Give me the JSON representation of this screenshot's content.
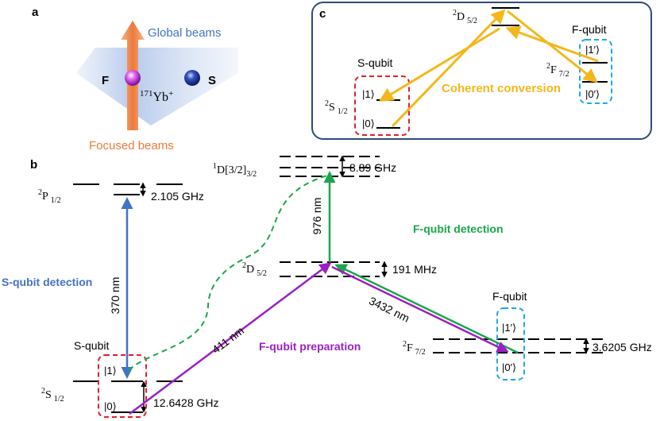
{
  "panel_labels": {
    "a": "a",
    "b": "b",
    "c": "c"
  },
  "panel_a": {
    "global_beams": "Global beams",
    "focused_beams": "Focused beams",
    "ion_label": "171Yb+",
    "ion_mass": "171",
    "ion_element": "Yb",
    "ion_charge": "+",
    "f_label": "F",
    "s_label": "S"
  },
  "panel_b": {
    "p12": {
      "sup": "2",
      "main": "P",
      "sub": "1/2"
    },
    "d32": {
      "sup": "1",
      "main": "D[3/2]",
      "sub": "3/2"
    },
    "d52": {
      "sup": "2",
      "main": "D",
      "sub": "5/2"
    },
    "f72": {
      "sup": "2",
      "main": "F",
      "sub": "7/2"
    },
    "s12": {
      "sup": "2",
      "main": "S",
      "sub": "1/2"
    },
    "splittings": {
      "p12": "2.105 GHz",
      "d32": "8.89 GHz",
      "d52": "191 MHz",
      "f72": "3.6205 GHz",
      "s12": "12.6428 GHz"
    },
    "wavelengths": {
      "w370": "370 nm",
      "w976": "976 nm",
      "w411": "411 nm",
      "w3432": "3432 nm"
    },
    "processes": {
      "s_detection": "S-qubit detection",
      "f_detection": "F-qubit detection",
      "f_preparation": "F-qubit preparation"
    },
    "s_qubit": "S-qubit",
    "f_qubit": "F-qubit",
    "ket1": "|1⟩",
    "ket0": "|0⟩",
    "ket1p": "|1′⟩",
    "ket0p": "|0′⟩"
  },
  "panel_c": {
    "d52": {
      "sup": "2",
      "main": "D",
      "sub": "5/2"
    },
    "f72": {
      "sup": "2",
      "main": "F",
      "sub": "7/2"
    },
    "s12": {
      "sup": "2",
      "main": "S",
      "sub": "1/2"
    },
    "s_qubit": "S-qubit",
    "f_qubit": "F-qubit",
    "coherent_conversion": "Coherent conversion",
    "ket1": "|1⟩",
    "ket0": "|0⟩",
    "ket1p": "|1′⟩",
    "ket0p": "|0′⟩"
  },
  "colors": {
    "blue": "#4472c4",
    "green": "#1aa64a",
    "purple": "#9b1fc4",
    "orange": "#f4b71a",
    "red_dash": "#e0202a",
    "cyan_dash": "#1fa9e0",
    "panel_c_border": "#2f4a7a"
  }
}
